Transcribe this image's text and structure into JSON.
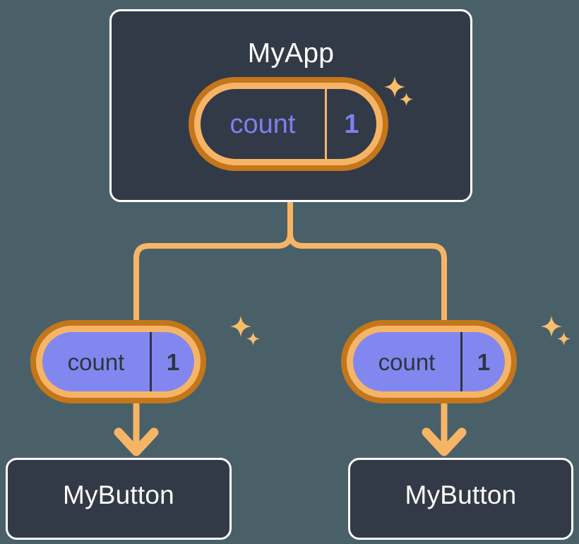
{
  "diagram": {
    "type": "component-state-tree",
    "title_node": "MyApp",
    "background_color": "#4a6068",
    "accent_color": "#f6b566",
    "accent_dark_color": "#c4761a",
    "state_fill_color": "#8287ef",
    "card_color": "#333a47"
  },
  "root": {
    "name": "MyApp",
    "state": {
      "key": "count",
      "value": "1",
      "key_color": "#7d80f0",
      "value_color": "#7d80f0"
    },
    "sparkles": [
      {
        "name": "sparkle-large",
        "size": 30
      },
      {
        "name": "sparkle-small",
        "size": 19
      }
    ]
  },
  "children": [
    {
      "name": "MyButton",
      "state": {
        "key": "count",
        "value": "1"
      },
      "sparkles": [
        {
          "name": "sparkle-large",
          "size": 30
        },
        {
          "name": "sparkle-small",
          "size": 19
        }
      ]
    },
    {
      "name": "MyButton",
      "state": {
        "key": "count",
        "value": "1"
      },
      "sparkles": [
        {
          "name": "sparkle-large",
          "size": 30
        },
        {
          "name": "sparkle-small",
          "size": 19
        }
      ]
    }
  ],
  "connectors": {
    "trunk_label": "state-flow-down",
    "arrow_color": "#f6b566",
    "arrow_count": 2
  }
}
